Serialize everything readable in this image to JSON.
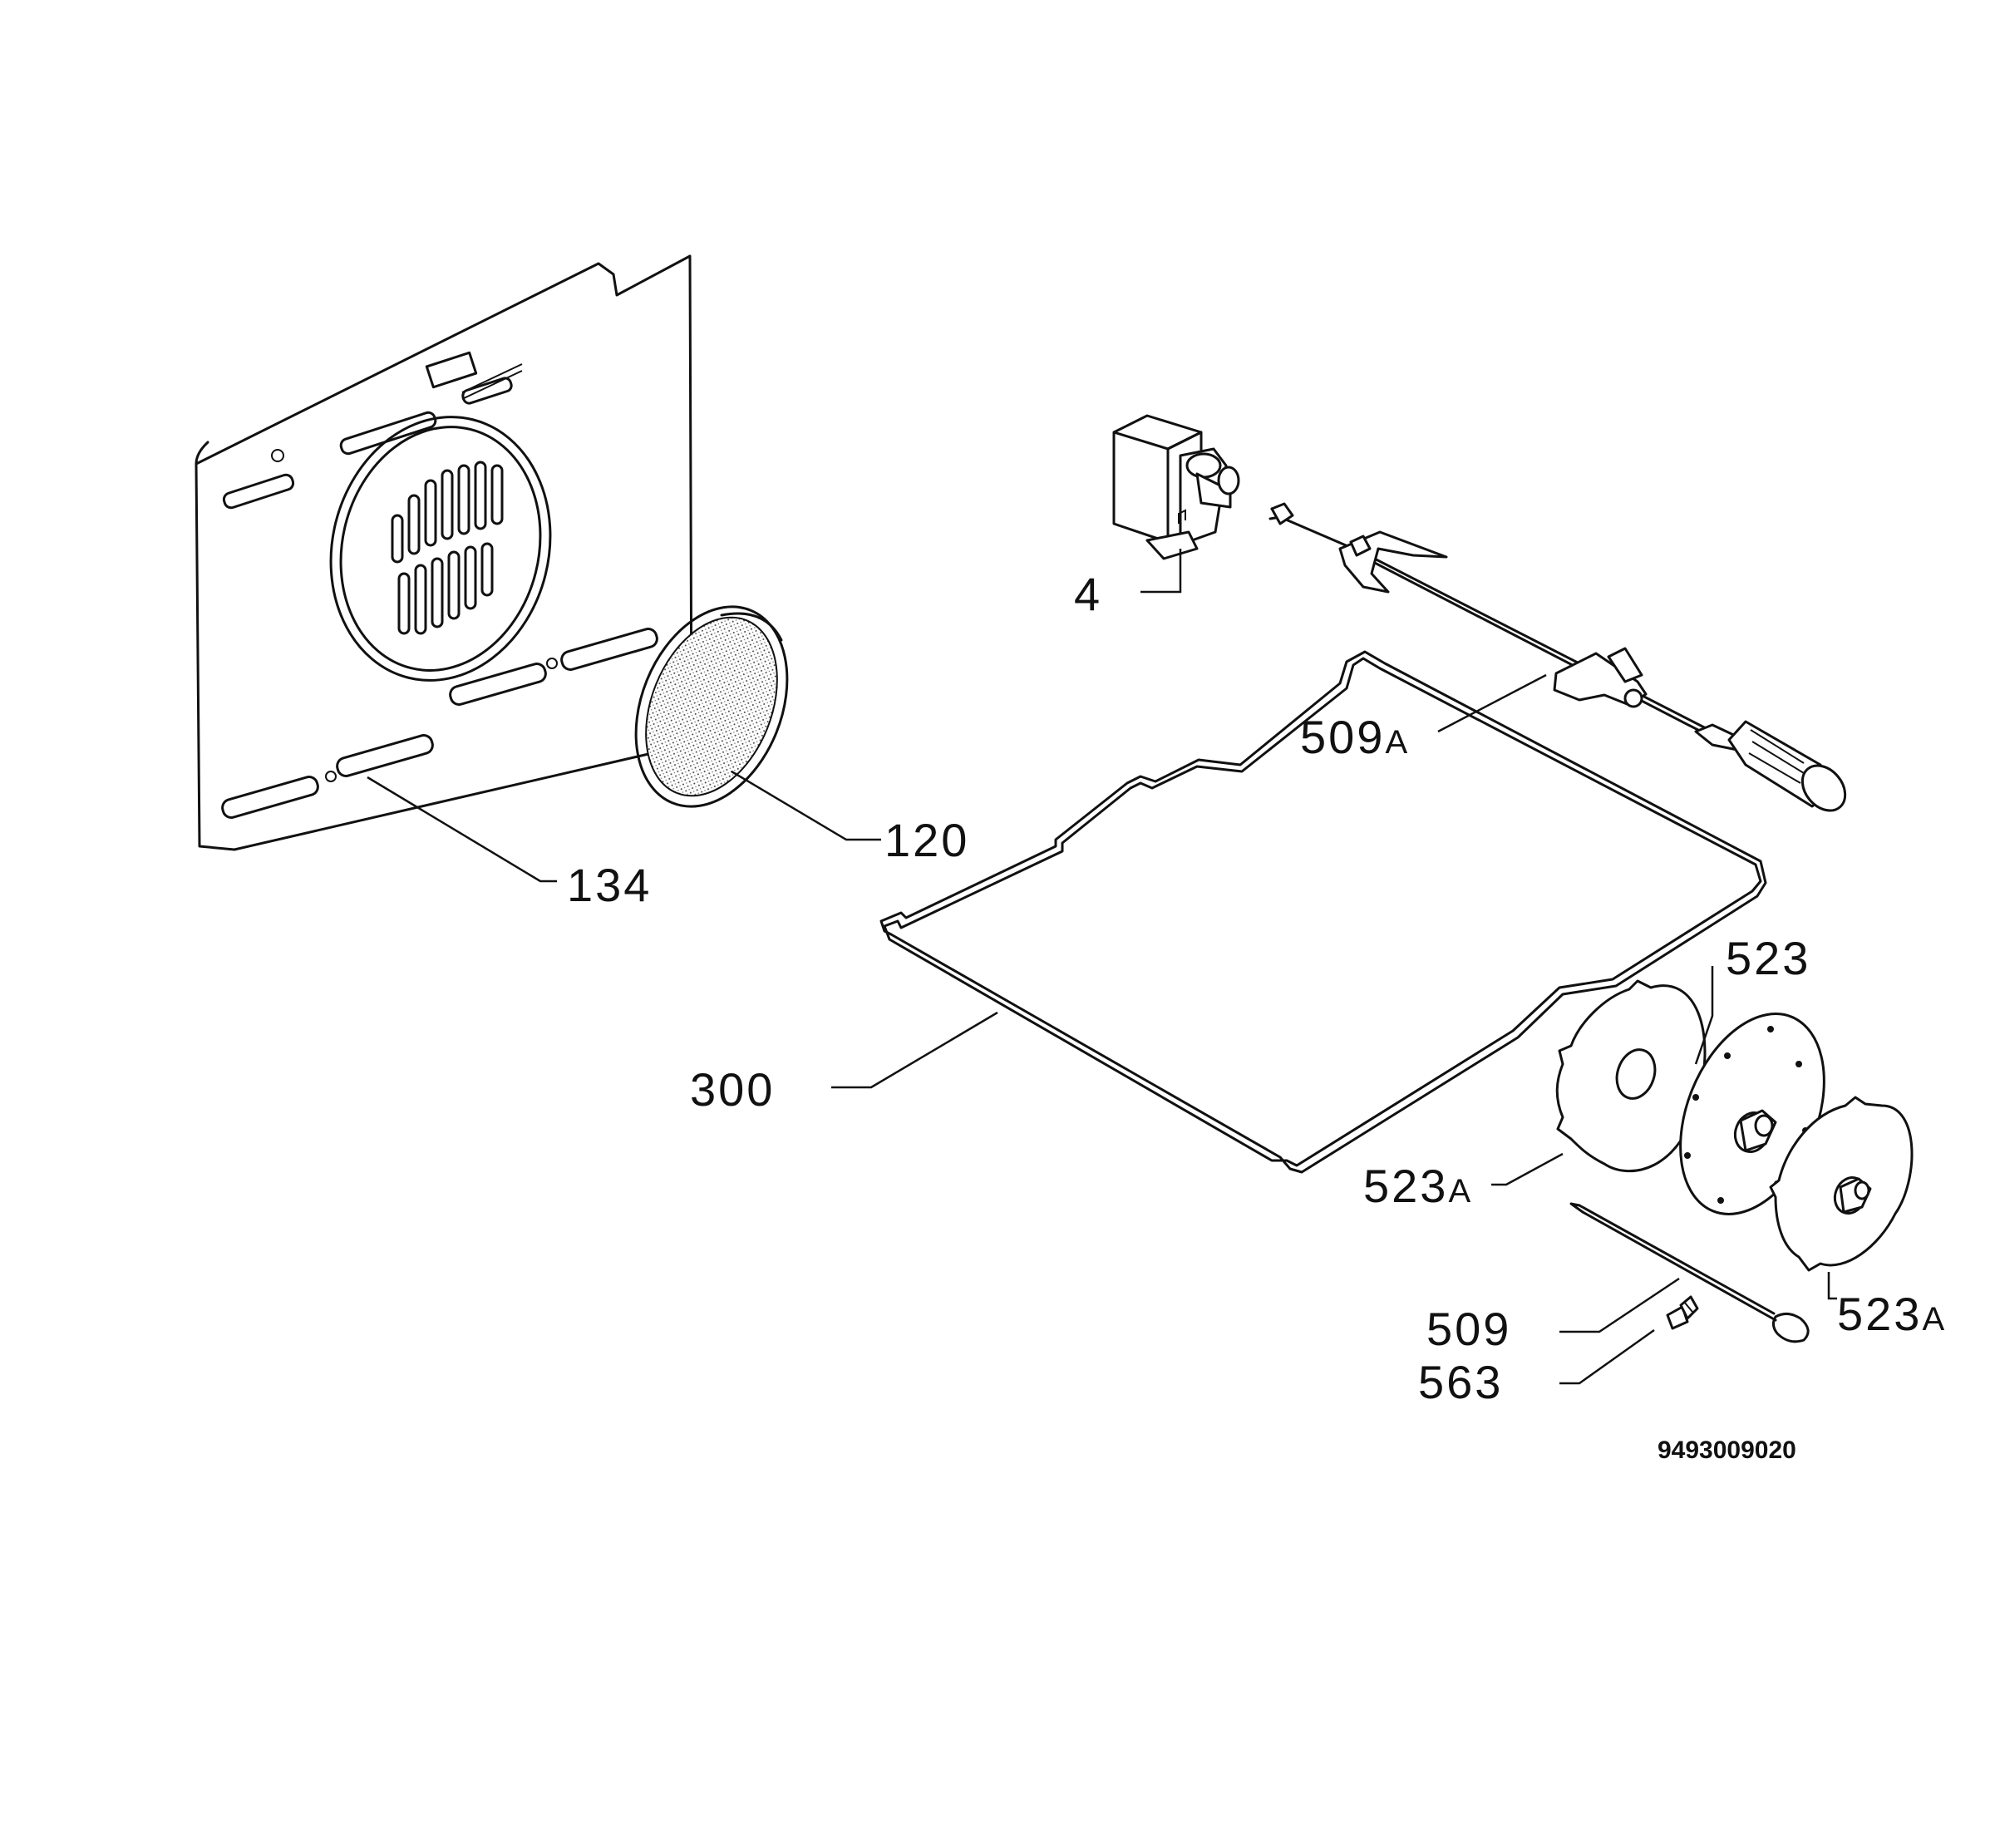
{
  "callouts": {
    "p4": {
      "text": "4",
      "suffix": ""
    },
    "p134": {
      "text": "134",
      "suffix": ""
    },
    "p120": {
      "text": "120",
      "suffix": ""
    },
    "p509a": {
      "text": "509",
      "suffix": "A"
    },
    "p300": {
      "text": "300",
      "suffix": ""
    },
    "p523": {
      "text": "523",
      "suffix": ""
    },
    "p523a_left": {
      "text": "523",
      "suffix": "A"
    },
    "p523a_right": {
      "text": "523",
      "suffix": "A"
    },
    "p509": {
      "text": "509",
      "suffix": ""
    },
    "p563": {
      "text": "563",
      "suffix": ""
    }
  },
  "document_code": "9493009020"
}
